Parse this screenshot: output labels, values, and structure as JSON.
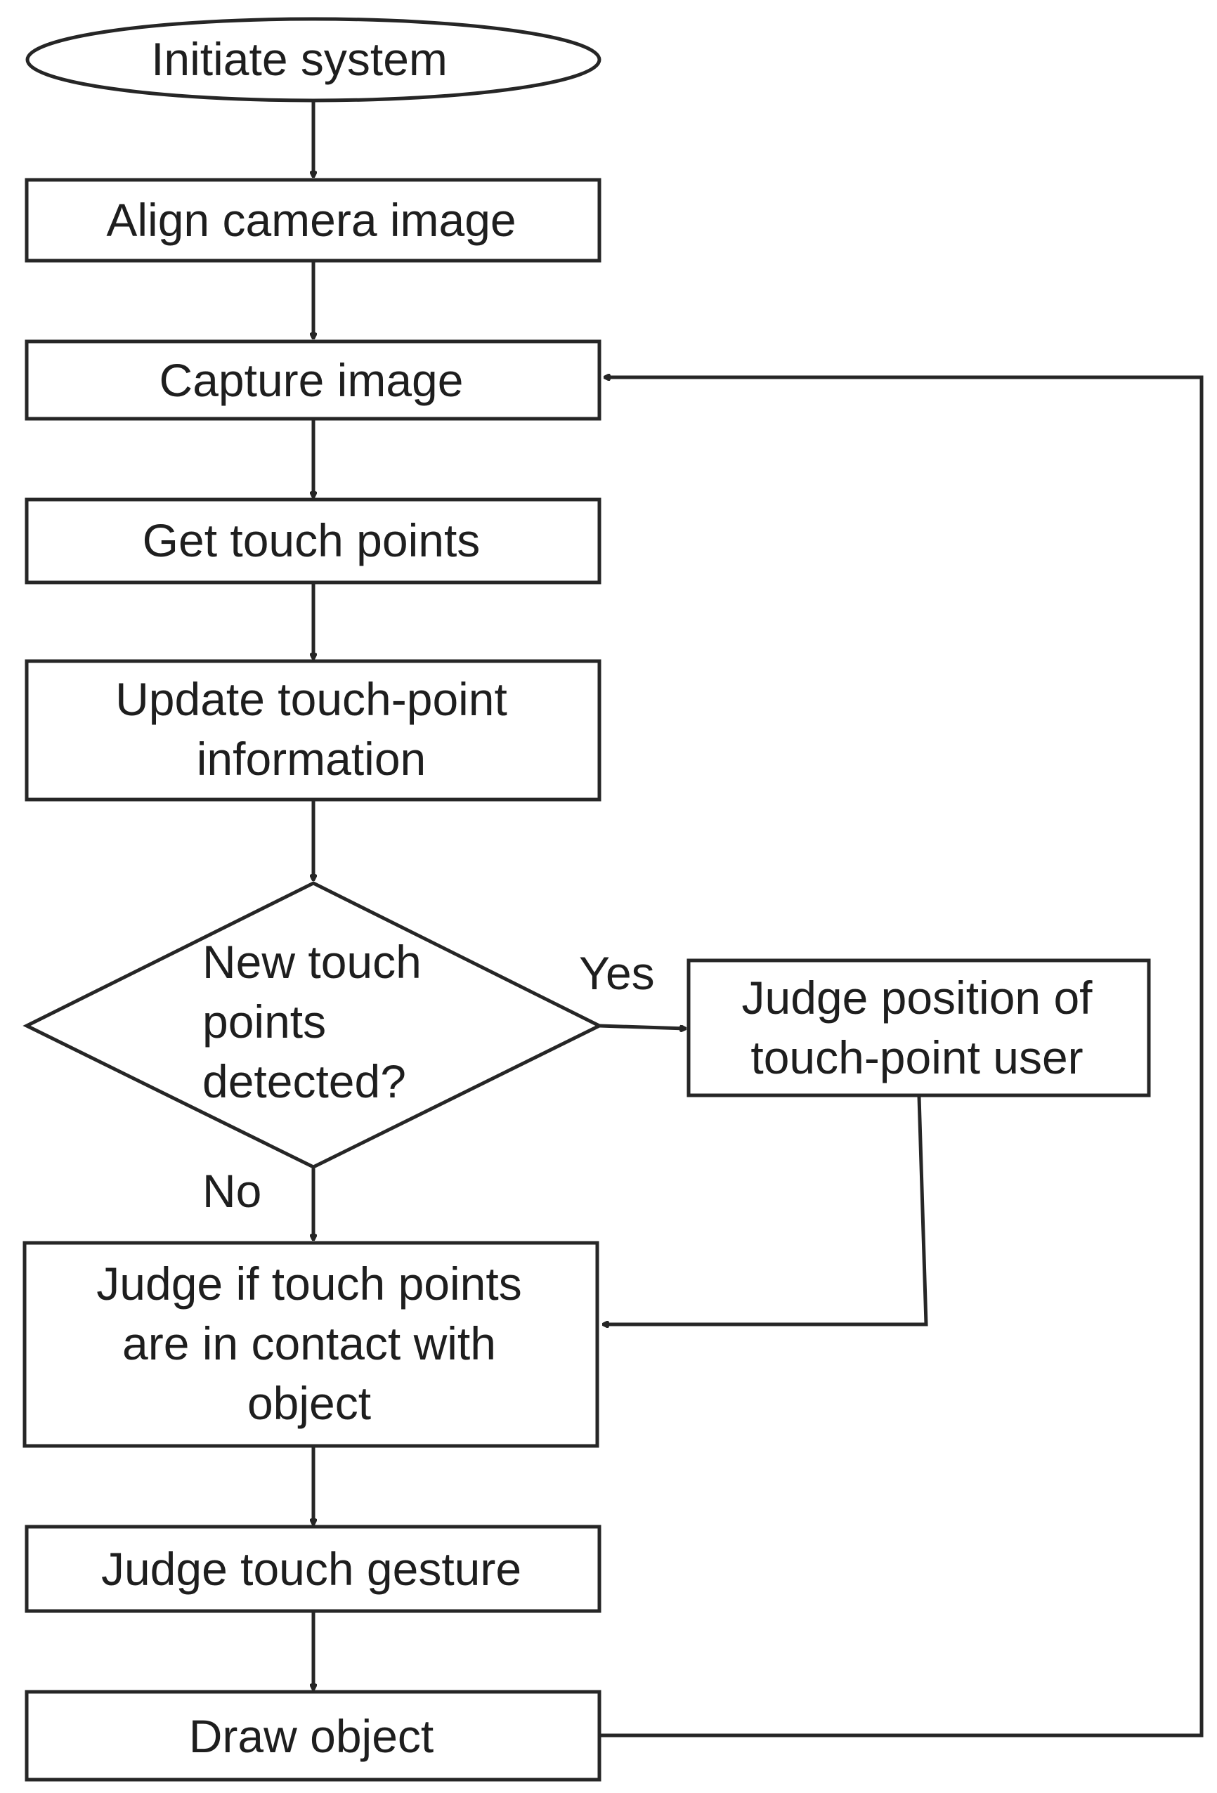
{
  "flowchart": {
    "nodes": {
      "initiate": {
        "lines": [
          "Initiate system"
        ]
      },
      "align": {
        "lines": [
          "Align camera image"
        ]
      },
      "capture": {
        "lines": [
          "Capture image"
        ]
      },
      "get_points": {
        "lines": [
          "Get touch points"
        ]
      },
      "update": {
        "lines": [
          "Update touch-point",
          "information"
        ]
      },
      "decision": {
        "lines": [
          "New touch",
          "points",
          "detected?"
        ]
      },
      "judge_position": {
        "lines": [
          "Judge position of",
          "touch-point user"
        ]
      },
      "judge_contact": {
        "lines": [
          "Judge if touch points",
          "are in contact with",
          "object"
        ]
      },
      "judge_gesture": {
        "lines": [
          "Judge touch gesture"
        ]
      },
      "draw": {
        "lines": [
          "Draw object"
        ]
      }
    },
    "edge_labels": {
      "yes": "Yes",
      "no": "No"
    },
    "edges": [
      {
        "from": "initiate",
        "to": "align"
      },
      {
        "from": "align",
        "to": "capture"
      },
      {
        "from": "capture",
        "to": "get_points"
      },
      {
        "from": "get_points",
        "to": "update"
      },
      {
        "from": "update",
        "to": "decision"
      },
      {
        "from": "decision",
        "to": "judge_position",
        "label": "Yes"
      },
      {
        "from": "decision",
        "to": "judge_contact",
        "label": "No"
      },
      {
        "from": "judge_position",
        "to": "judge_contact"
      },
      {
        "from": "judge_contact",
        "to": "judge_gesture"
      },
      {
        "from": "judge_gesture",
        "to": "draw"
      },
      {
        "from": "draw",
        "to": "capture"
      }
    ]
  }
}
